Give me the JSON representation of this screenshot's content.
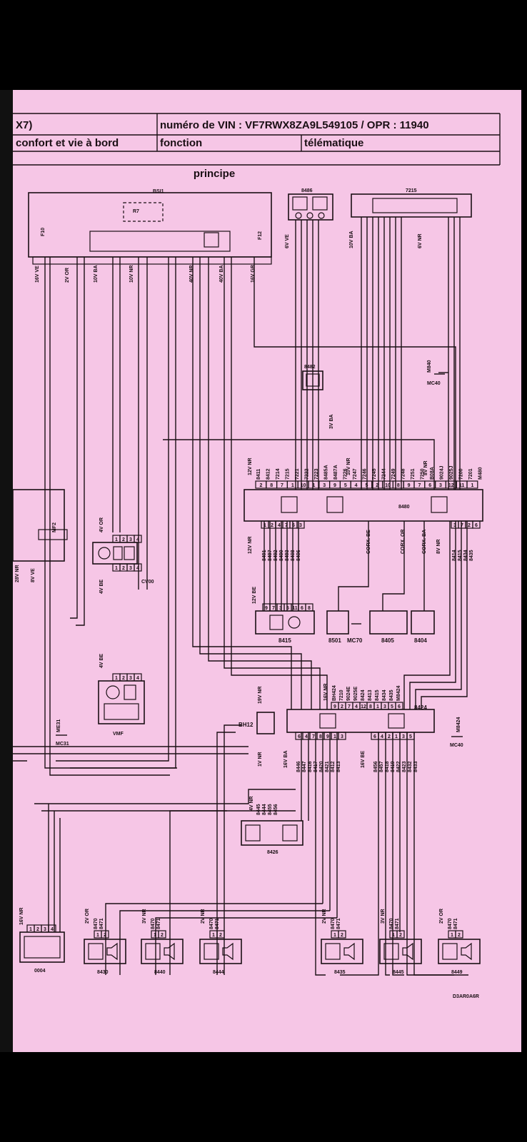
{
  "header": {
    "code": "X7)",
    "vin_text": "numéro de VIN : VF7RWX8ZA9L549105 / OPR : 11940",
    "category": "confort et vie à bord",
    "fonction_label": "fonction",
    "fonction_value": "télématique"
  },
  "diagram_title": "principe",
  "reference_code": "D3AR0A6R",
  "components": {
    "bsi": "BSI1",
    "c8486": "8486",
    "c7215": "7215",
    "c8482": "8482",
    "c8480": "8480",
    "c8415": "8415",
    "c8501": "8501",
    "mc70": "MC70",
    "c8405": "8405",
    "c8404": "8404",
    "c8424": "8424",
    "bh12": "BH12",
    "c8426": "8426",
    "cv00": "CV00",
    "vmf": "VMF",
    "mc31": "MC31",
    "mc40a": "MC40",
    "mc40b": "MC40",
    "c0004": "0004",
    "c8430": "8430",
    "c8440": "8440",
    "c8444": "8444",
    "c8435": "8435",
    "c8445": "8445",
    "c8449": "8449",
    "r7": "R7",
    "f10": "F10",
    "f12": "F12",
    "mf2": "MF2",
    "mc40_ground": "M840",
    "m8424": "M8424",
    "me31": "ME31"
  },
  "connectors": {
    "bsi_a": "16V VE",
    "bsi_b": "2V OR",
    "bsi_c": "10V BA",
    "bsi_d": "10V NR",
    "bsi_e": "40V NR",
    "bsi_f": "40V BA",
    "bsi_g": "16V GR",
    "c8486": "6V VE",
    "c7215a": "10V BA",
    "c7215b": "6V NR",
    "c8482": "3V BA",
    "c8480_top_a": "12V NR",
    "c8480_top_b": "10V NR",
    "c8480_top_c": "8V NR",
    "c8480_bot_a": "12V NR",
    "c8480_bot_b": "CORX. BE",
    "c8480_bot_c": "CORX. OR",
    "c8480_bot_d": "CORX. BA",
    "c8480_bot_e": "8V NR",
    "c8415": "12V BE",
    "c8424_top": "16V NR",
    "c8424_bl": "16V BA",
    "c8424_br": "16V BE",
    "bh12_top": "19V NR",
    "bh12_bot": "1V NR",
    "c8426": "4V NR",
    "cv00_top": "4V OR",
    "cv00_bot": "4V BE",
    "vmf": "4V BE",
    "mf2": "28V NR",
    "mf2b": "8V VE",
    "c0004": "16V NR",
    "c8430": "2V OR",
    "c8440": "3V NR",
    "c8444": "2V NR",
    "c8435": "2V NR",
    "c8445": "3V NR",
    "c8449": "2V OR"
  },
  "pins": {
    "c8480_top": [
      "2",
      "8",
      "7",
      "1",
      "10",
      "1",
      "3",
      "9",
      "5",
      "4",
      "5",
      "2",
      "10",
      "8",
      "9",
      "7",
      "6",
      "3",
      "12",
      "11",
      "1"
    ],
    "c8480_bot": [
      "1",
      "2",
      "4",
      "7",
      "6",
      "3"
    ],
    "c8480_bot_r": [
      "3",
      "7",
      "2",
      "6"
    ],
    "c8415": [
      "9",
      "7",
      "3",
      "5",
      "11",
      "6",
      "8"
    ],
    "c8424_top": [
      "9",
      "2",
      "7",
      "4",
      "12",
      "8",
      "1",
      "3",
      "5",
      "6"
    ],
    "c8424_bl": [
      "6",
      "4",
      "7",
      "8",
      "9",
      "1",
      "3"
    ],
    "c8424_br": [
      "6",
      "4",
      "2",
      "1",
      "3",
      "5"
    ],
    "cv00_top": [
      "1",
      "2",
      "3",
      "4"
    ],
    "cv00_bot": [
      "1",
      "2",
      "3",
      "4"
    ],
    "vmf": [
      "1",
      "2",
      "3",
      "4"
    ],
    "c0004": [
      "1",
      "2",
      "3",
      "4"
    ],
    "speaker": [
      "1",
      "2"
    ]
  },
  "wires": {
    "c8480_top": [
      "8411",
      "8412",
      "7214",
      "7215",
      "7221",
      "7222",
      "7223",
      "8485A",
      "8487A",
      "7226",
      "7247",
      "7246",
      "7245",
      "7244",
      "7249",
      "7248",
      "7251",
      "7250",
      "B08A",
      "9024J",
      "9025J",
      "7200",
      "7201",
      "M480"
    ],
    "c8480_bot_l": [
      "8491",
      "8497",
      "8492",
      "8490",
      "8493",
      "8408",
      "8406"
    ],
    "c8480_bot_r": [
      "8414",
      "8415",
      "8434",
      "8435"
    ],
    "c8424_top": [
      "BH424",
      "7210",
      "9024E",
      "9025E",
      "8424",
      "8413",
      "8415",
      "8434",
      "8435",
      "M8424"
    ],
    "c8424_bl": [
      "8446",
      "8447",
      "8416",
      "8417",
      "8420",
      "8421",
      "8412",
      "8413"
    ],
    "c8424_br": [
      "8456",
      "8457",
      "8418",
      "8419",
      "8422",
      "8423",
      "8432",
      "8433"
    ],
    "c8426": [
      "8445",
      "8444",
      "8455",
      "8456"
    ],
    "spk": [
      "8470",
      "8471"
    ]
  }
}
